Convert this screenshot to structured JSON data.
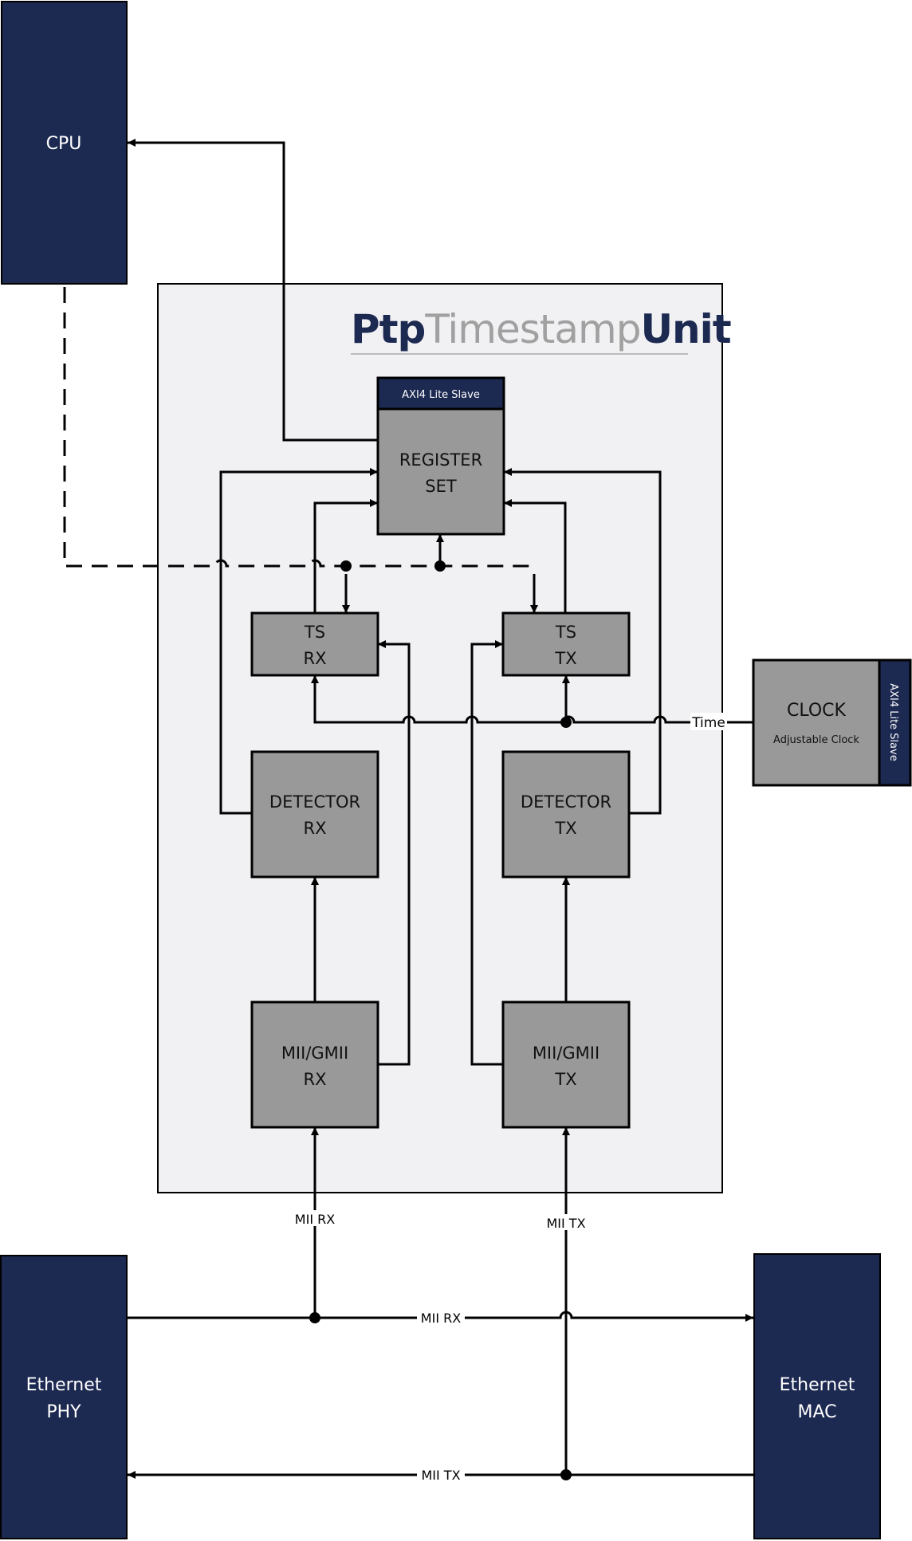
{
  "title": {
    "part1": "Ptp",
    "part2": "Timestamp",
    "part3": "Unit"
  },
  "colors": {
    "navy": "#1c2951",
    "gray_block": "#999999",
    "panel": "#f1f1f3",
    "title_gray": "#a0a0a0"
  },
  "blocks": {
    "cpu": "CPU",
    "register_set": {
      "header": "AXI4 Lite Slave",
      "line1": "REGISTER",
      "line2": "SET"
    },
    "ts_rx": {
      "line1": "TS",
      "line2": "RX"
    },
    "ts_tx": {
      "line1": "TS",
      "line2": "TX"
    },
    "detector_rx": {
      "line1": "DETECTOR",
      "line2": "RX"
    },
    "detector_tx": {
      "line1": "DETECTOR",
      "line2": "TX"
    },
    "mii_rx": {
      "line1": "MII/GMII",
      "line2": "RX"
    },
    "mii_tx": {
      "line1": "MII/GMII",
      "line2": "TX"
    },
    "clock": {
      "title": "CLOCK",
      "subtitle": "Adjustable Clock",
      "side": "AXI4 Lite Slave"
    },
    "phy": {
      "line1": "Ethernet",
      "line2": "PHY"
    },
    "mac": {
      "line1": "Ethernet",
      "line2": "MAC"
    }
  },
  "signals": {
    "time": "Time",
    "mii_rx_up": "MII RX",
    "mii_tx_up": "MII TX",
    "mii_rx_bus": "MII RX",
    "mii_tx_bus": "MII TX"
  }
}
